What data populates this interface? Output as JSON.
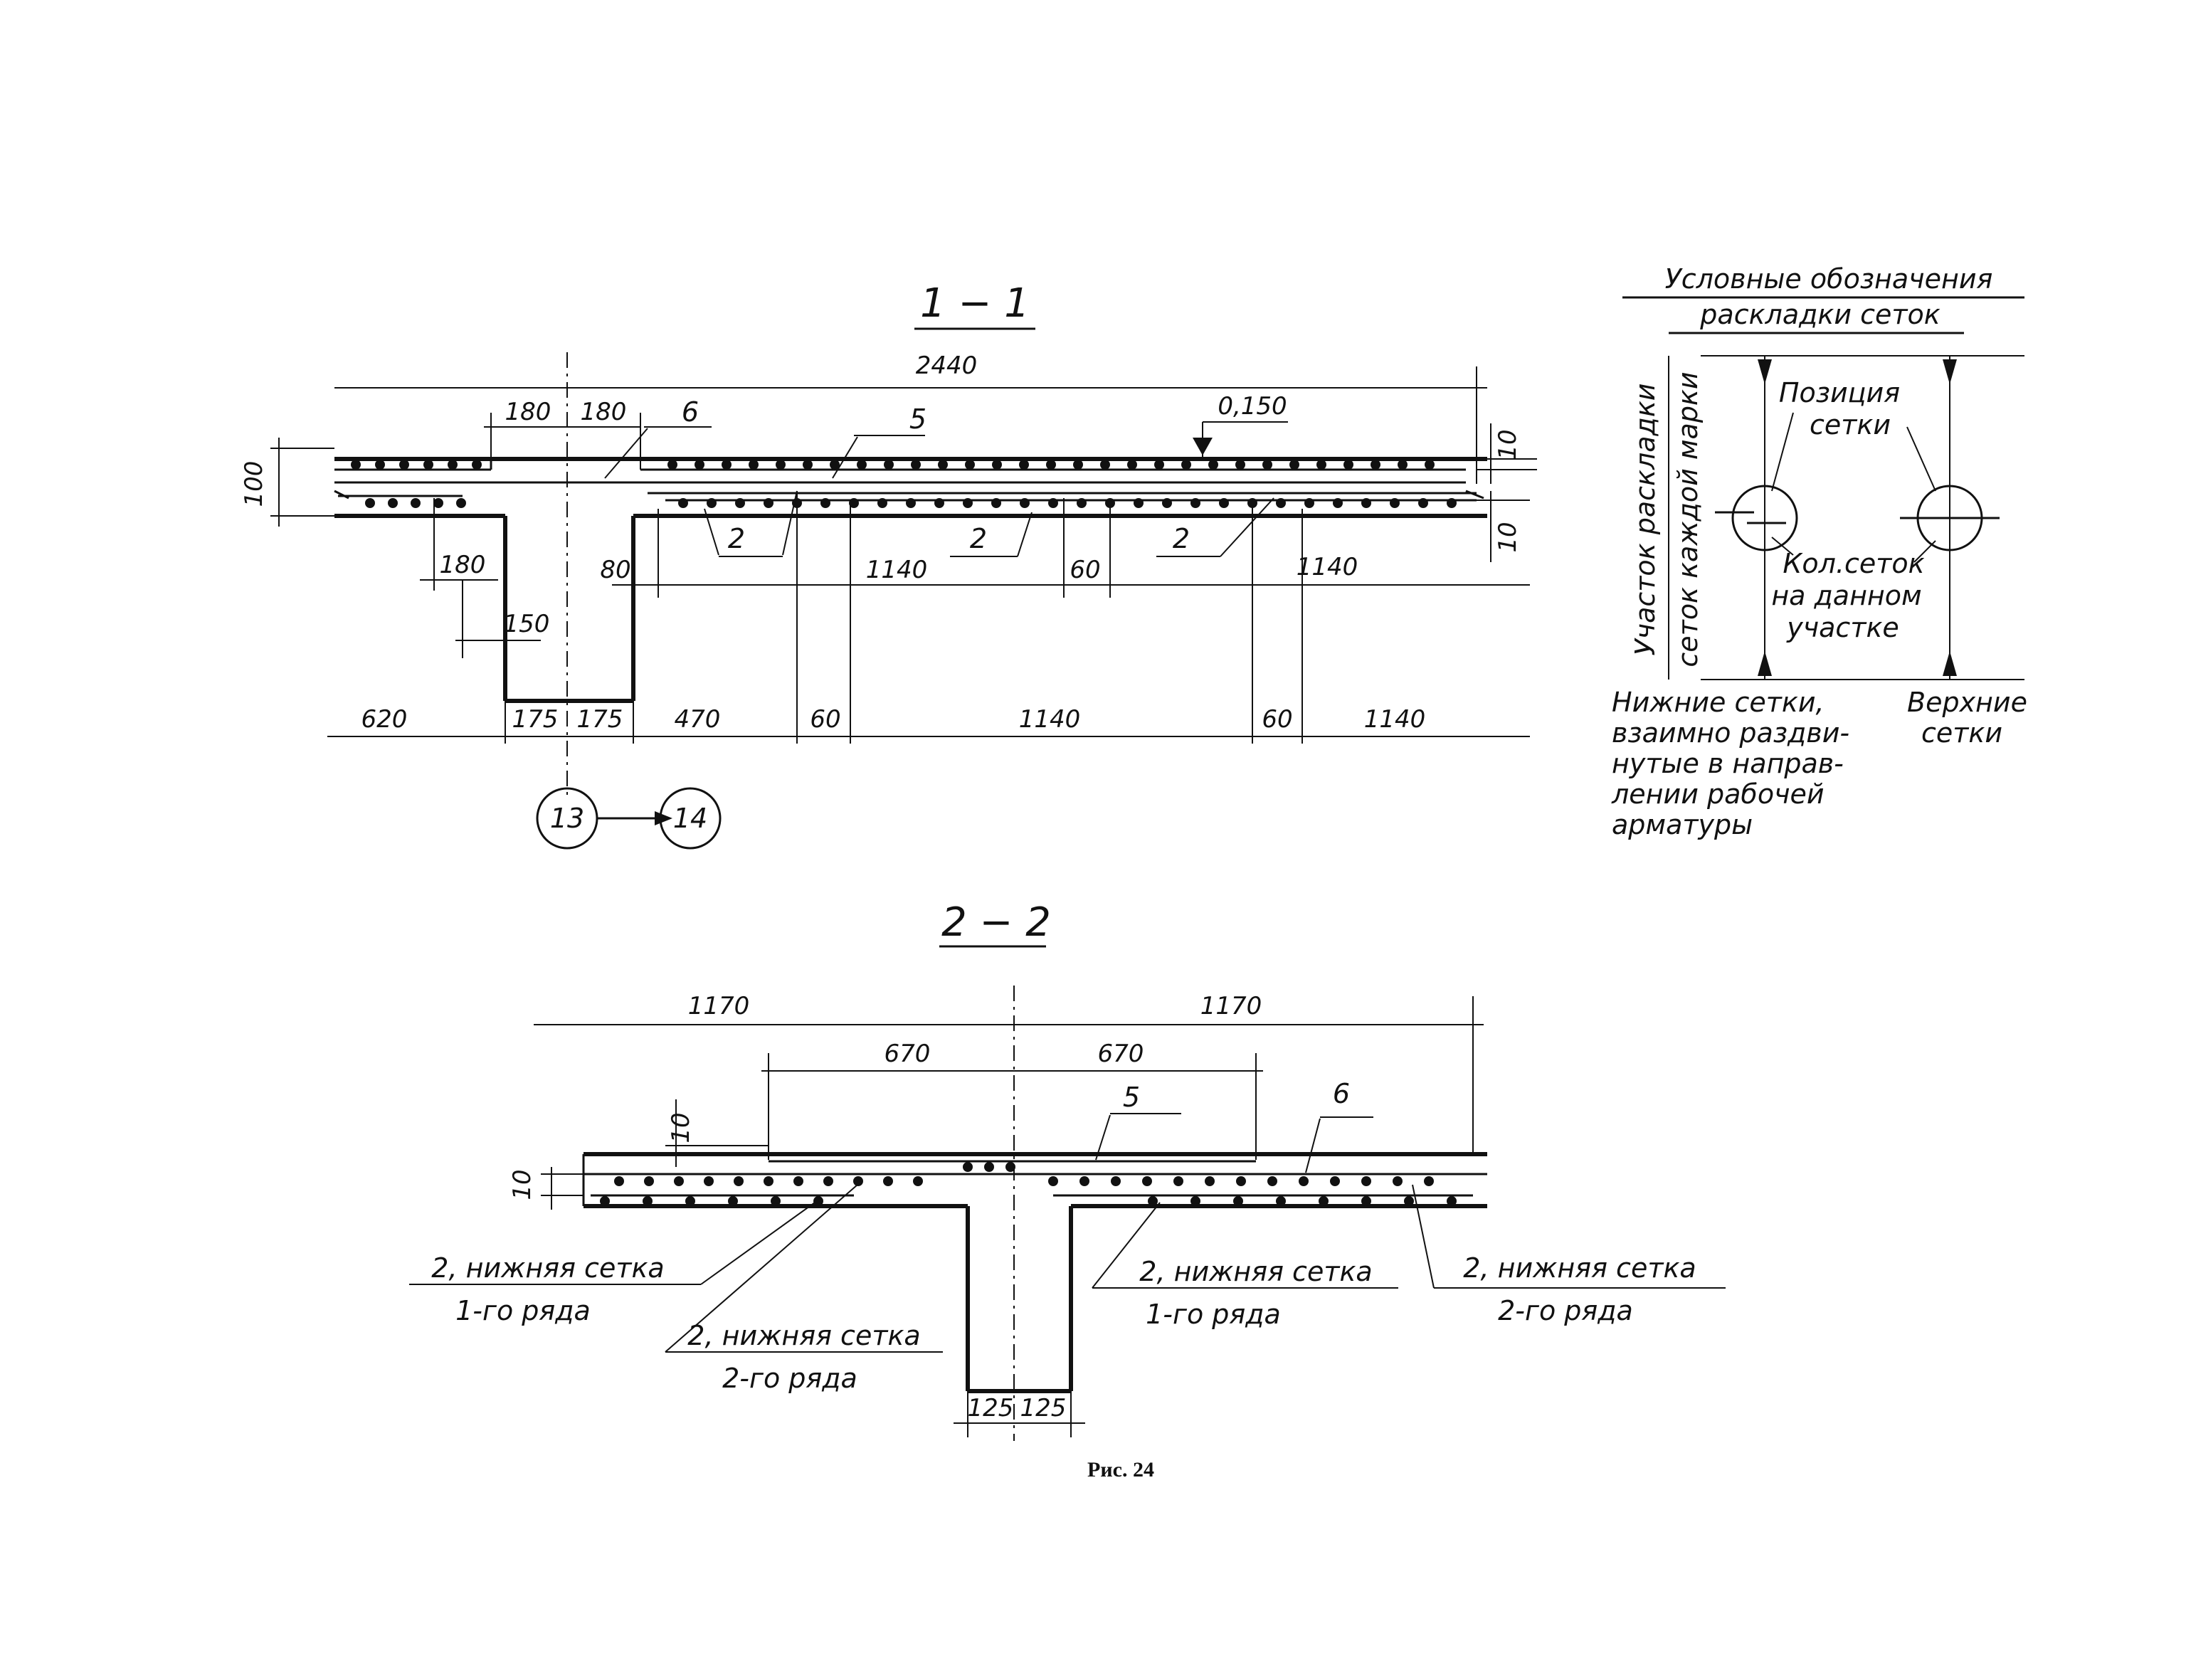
{
  "section_1_1": {
    "title": "1 − 1",
    "dims": {
      "overall": "2440",
      "top_180_left": "180",
      "top_180_right": "180",
      "mark_6": "6",
      "mark_5": "5",
      "elevation": "0,150",
      "d100": "100",
      "d10_top": "10",
      "d10_bottom": "10",
      "mark_2a": "2",
      "mark_2b": "2",
      "mark_2c": "2",
      "d180": "180",
      "d150": "150",
      "d80": "80",
      "d1140_a": "1140",
      "d60_a": "60",
      "d1140_b": "1140",
      "b620": "620",
      "b175_l": "175",
      "b175_r": "175",
      "b470": "470",
      "b60_a": "60",
      "b1140_a": "1140",
      "b60_b": "60",
      "b1140_b": "1140"
    },
    "axis_from": "13",
    "axis_to": "14"
  },
  "legend": {
    "title_line1": "Условные обозначения",
    "title_line2": "раскладки сеток",
    "vertical_1": "Участок раскладки",
    "vertical_2": "сеток каждой марки",
    "pos_line1": "Позиция",
    "pos_line2": "сетки",
    "count_line1": "Кол.сеток",
    "count_line2": "на данном",
    "count_line3": "участке",
    "lower_1": "Нижние сетки,",
    "lower_2": "взаимно раздви-",
    "lower_3": "нутые в направ-",
    "lower_4": "лении рабочей",
    "lower_5": "арматуры",
    "upper_1": "Верхние",
    "upper_2": "сетки"
  },
  "section_2_2": {
    "title": "2 − 2",
    "d1170_l": "1170",
    "d1170_r": "1170",
    "d670_l": "670",
    "d670_r": "670",
    "mark_5": "5",
    "mark_6": "6",
    "d10_a": "10",
    "d10_b": "10",
    "label_a1": "2, нижняя сетка",
    "label_a2": "1-го ряда",
    "label_b1": "2, нижняя сетка",
    "label_b2": "2-го ряда",
    "label_c1": "2, нижняя сетка",
    "label_c2": "1-го ряда",
    "label_d1": "2, нижняя сетка",
    "label_d2": "2-го ряда",
    "d125_l": "125",
    "d125_r": "125"
  },
  "caption": "Рис. 24"
}
